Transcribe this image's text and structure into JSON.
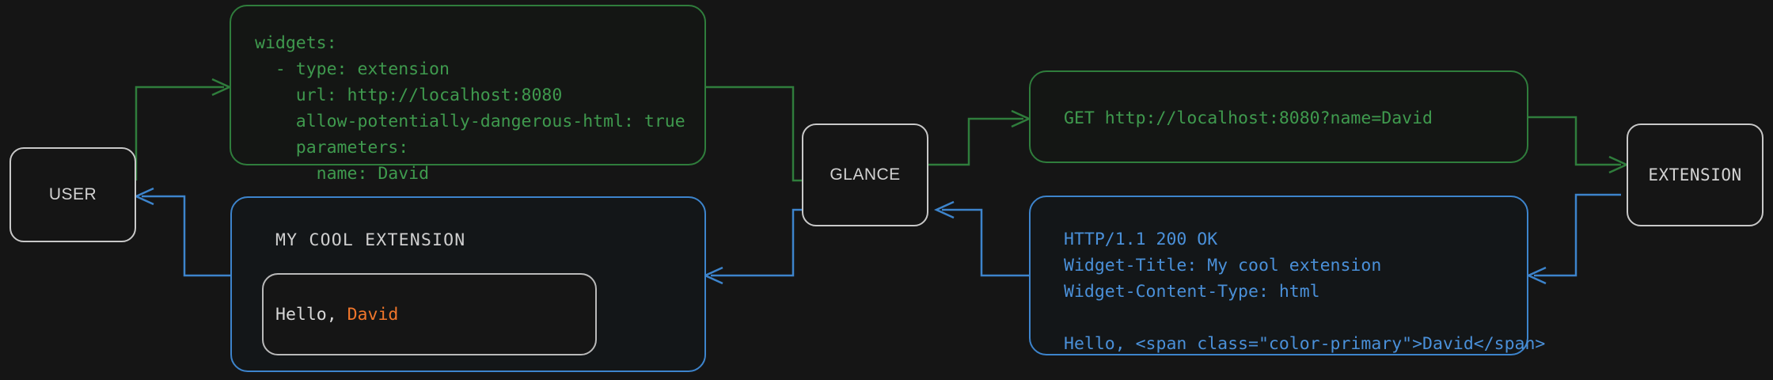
{
  "theme": {
    "background": "#151515",
    "request_color": "#2f7d3c",
    "request_text_color": "#3f9a4e",
    "response_color": "#3d84cc",
    "response_text_color": "#4a90d9",
    "node_border_color": "#c8c8c8",
    "node_text_color": "#d2d2d2",
    "accent_color": "#f0762b"
  },
  "nodes": {
    "user": {
      "label": "USER"
    },
    "glance": {
      "label": "GLANCE"
    },
    "extension": {
      "label": "EXTENSION"
    }
  },
  "messages": {
    "config_yaml": {
      "kind": "request",
      "lines": [
        "widgets:",
        "  - type: extension",
        "    url: http://localhost:8080",
        "    allow-potentially-dangerous-html: true",
        "    parameters:",
        "      name: David"
      ]
    },
    "http_request": {
      "kind": "request",
      "lines": [
        "GET http://localhost:8080?name=David"
      ]
    },
    "http_response": {
      "kind": "response",
      "lines": [
        "HTTP/1.1 200 OK",
        "Widget-Title: My cool extension",
        "Widget-Content-Type: html",
        "",
        "Hello, <span class=\"color-primary\">David</span>"
      ]
    }
  },
  "widget_preview": {
    "title": "MY COOL EXTENSION",
    "greeting_prefix": "Hello, ",
    "greeting_name": "David"
  },
  "flow": {
    "arrows": [
      {
        "name": "user-to-config",
        "color": "request",
        "from": "user",
        "to": "config_yaml"
      },
      {
        "name": "config-to-glance",
        "color": "request",
        "from": "config_yaml",
        "to": "glance"
      },
      {
        "name": "glance-to-request",
        "color": "request",
        "from": "glance",
        "to": "http_request"
      },
      {
        "name": "request-to-extension",
        "color": "request",
        "from": "http_request",
        "to": "extension"
      },
      {
        "name": "extension-to-response",
        "color": "response",
        "from": "extension",
        "to": "http_response"
      },
      {
        "name": "response-to-glance",
        "color": "response",
        "from": "http_response",
        "to": "glance"
      },
      {
        "name": "glance-to-widget",
        "color": "response",
        "from": "glance",
        "to": "widget_preview"
      },
      {
        "name": "widget-to-user",
        "color": "response",
        "from": "widget_preview",
        "to": "user"
      }
    ]
  }
}
